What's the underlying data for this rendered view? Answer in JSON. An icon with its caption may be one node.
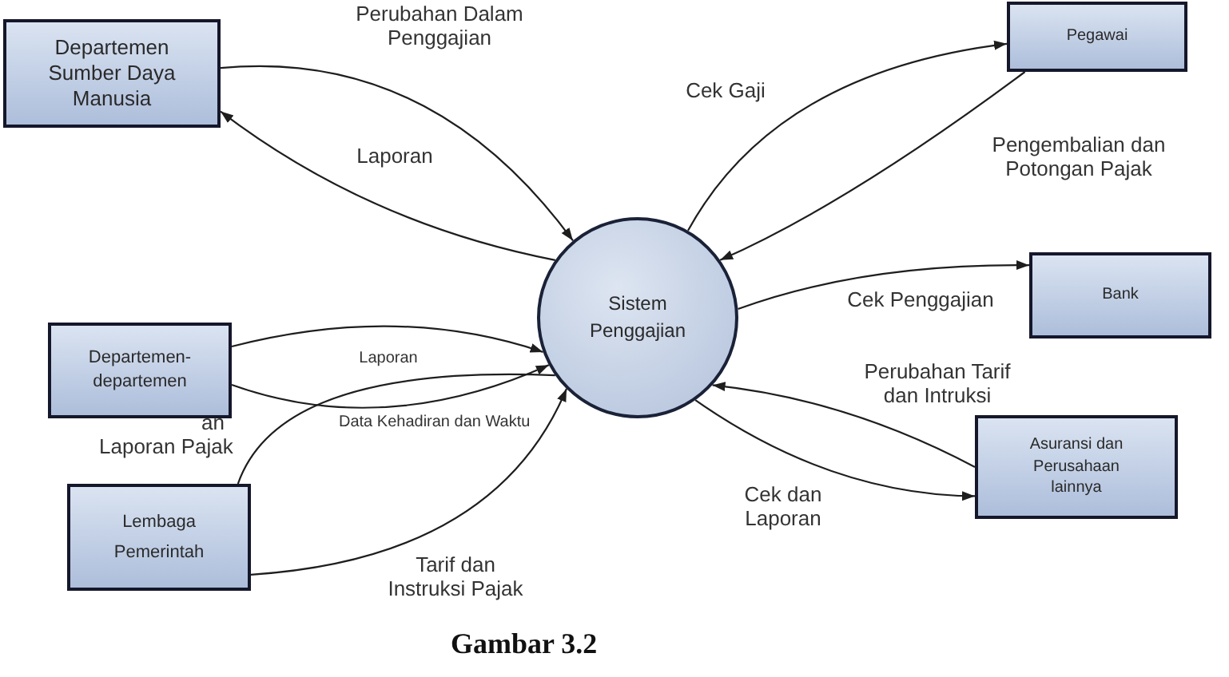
{
  "diagram": {
    "caption": "Gambar 3.2",
    "nodes": [
      {
        "text": [
          "Departemen Sumber Daya Manusia"
        ]
      },
      {
        "text": [
          "Pegawai"
        ]
      },
      {
        "text": [
          "Sistem Penggajian"
        ]
      },
      {
        "text": [
          "Bank"
        ]
      },
      {
        "text": [
          "Departemen-departemen"
        ]
      },
      {
        "text": [
          "Lembaga Pemerintah"
        ]
      },
      {
        "text": [
          "Asuransi dan Perusahaan lainnya"
        ]
      }
    ],
    "edges": [
      {
        "from": 0,
        "to": 2,
        "arrow": "to",
        "label": "Perubahan Dalam Penggajian"
      },
      {
        "from": 2,
        "to": 0,
        "arrow": "to",
        "label": "Laporan"
      },
      {
        "from": 2,
        "to": 1,
        "arrow": "to",
        "label": "Cek Gaji"
      },
      {
        "from": 1,
        "to": 2,
        "arrow": "to",
        "label": "Pengembalian dan Potongan Pajak"
      },
      {
        "from": 2,
        "to": 3,
        "arrow": "to",
        "label": "Cek Penggajian"
      },
      {
        "from": 6,
        "to": 2,
        "arrow": "to",
        "label": "Perubahan Tarif dan Intruksi"
      },
      {
        "from": 2,
        "to": 6,
        "arrow": "to",
        "label": "Cek dan Laporan"
      },
      {
        "from": 4,
        "to": 2,
        "arrow": "to",
        "label": "Laporan"
      },
      {
        "from": 4,
        "to": 2,
        "arrow": "to",
        "label": "Data Kehadiran dan Waktu"
      },
      {
        "from": 5,
        "to": 2,
        "arrow": "none",
        "label": "an Laporan Pajak"
      },
      {
        "from": 5,
        "to": 2,
        "arrow": "to",
        "label": "Tarif dan Instruksi Pajak"
      }
    ]
  }
}
